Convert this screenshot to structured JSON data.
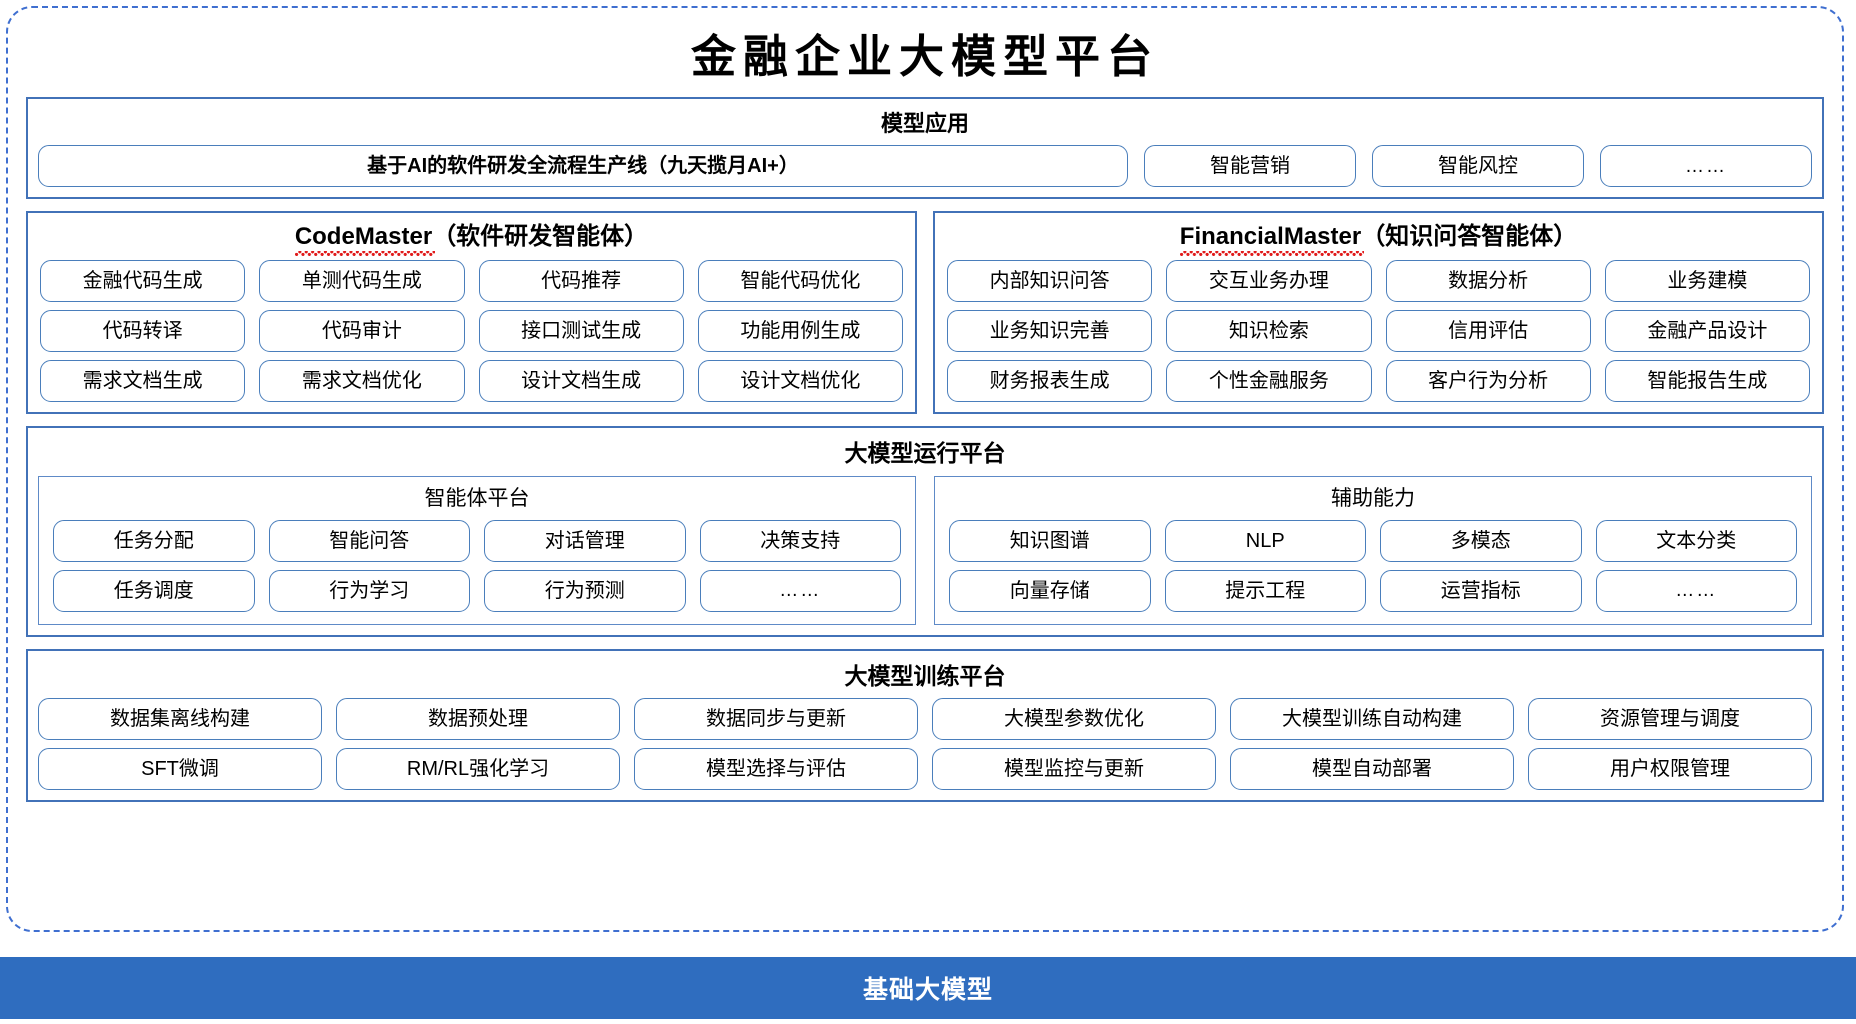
{
  "diagram": {
    "title": "金融企业大模型平台",
    "accent_color": "#2F6DBF",
    "border_color": "#4272B8",
    "pill_border_color": "#4A7EBB",
    "dashed_frame_color": "#3f6fd0"
  },
  "model_application": {
    "title": "模型应用",
    "wide_item": "基于AI的软件研发全流程生产线（九天揽月AI+）",
    "items": [
      "智能营销",
      "智能风控",
      "……"
    ]
  },
  "agents": [
    {
      "name": "CodeMaster",
      "subtitle": "（软件研发智能体）",
      "items": [
        "金融代码生成",
        "单测代码生成",
        "代码推荐",
        "智能代码优化",
        "代码转译",
        "代码审计",
        "接口测试生成",
        "功能用例生成",
        "需求文档生成",
        "需求文档优化",
        "设计文档生成",
        "设计文档优化"
      ]
    },
    {
      "name": "FinancialMaster",
      "subtitle": "（知识问答智能体）",
      "items": [
        "内部知识问答",
        "交互业务办理",
        "数据分析",
        "业务建模",
        "业务知识完善",
        "知识检索",
        "信用评估",
        "金融产品设计",
        "财务报表生成",
        "个性金融服务",
        "客户行为分析",
        "智能报告生成"
      ]
    }
  ],
  "runtime_platform": {
    "title": "大模型运行平台",
    "panels": [
      {
        "title": "智能体平台",
        "items": [
          "任务分配",
          "智能问答",
          "对话管理",
          "决策支持",
          "任务调度",
          "行为学习",
          "行为预测",
          "……"
        ]
      },
      {
        "title": "辅助能力",
        "items": [
          "知识图谱",
          "NLP",
          "多模态",
          "文本分类",
          "向量存储",
          "提示工程",
          "运营指标",
          "……"
        ]
      }
    ]
  },
  "training_platform": {
    "title": "大模型训练平台",
    "items": [
      "数据集离线构建",
      "数据预处理",
      "数据同步与更新",
      "大模型参数优化",
      "大模型训练自动构建",
      "资源管理与调度",
      "SFT微调",
      "RM/RL强化学习",
      "模型选择与评估",
      "模型监控与更新",
      "模型自动部署",
      "用户权限管理"
    ]
  },
  "foundation": {
    "label": "基础大模型"
  }
}
